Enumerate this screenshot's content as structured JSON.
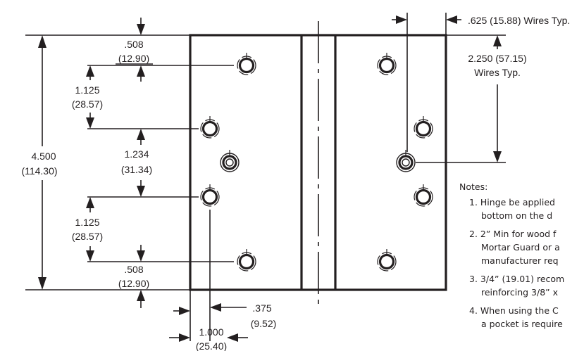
{
  "dimensions": {
    "top_offset": ".508",
    "top_offset_mm": "(12.90)",
    "upper_spacing": "1.125",
    "upper_spacing_mm": "(28.57)",
    "center_spacing": "1.234",
    "center_spacing_mm": "(31.34)",
    "lower_spacing": "1.125",
    "lower_spacing_mm": "(28.57)",
    "bottom_offset": ".508",
    "bottom_offset_mm": "(12.90)",
    "overall_height": "4.500",
    "overall_height_mm": "(114.30)",
    "edge_hole_offset": ".375",
    "edge_hole_offset_mm": "(9.52)",
    "hole_column_offset": "1.000",
    "hole_column_offset_mm": "(25.40)",
    "wires_width": ".625 (15.88) Wires Typ.",
    "wires_height": "2.250 (57.15)",
    "wires_height_label": "Wires Typ."
  },
  "notes": {
    "title": "Notes:",
    "items": [
      {
        "line1": "1.  Hinge be applied",
        "line2": "bottom on the d"
      },
      {
        "line1": "2.  2” Min for wood f",
        "line2": "Mortar Guard or a",
        "line3": "manufacturer req"
      },
      {
        "line1": "3.  3/4” (19.01) recom",
        "line2": "reinforcing 3/8” x"
      },
      {
        "line1": "4.  When using the C",
        "line2": "a pocket is require"
      }
    ]
  }
}
